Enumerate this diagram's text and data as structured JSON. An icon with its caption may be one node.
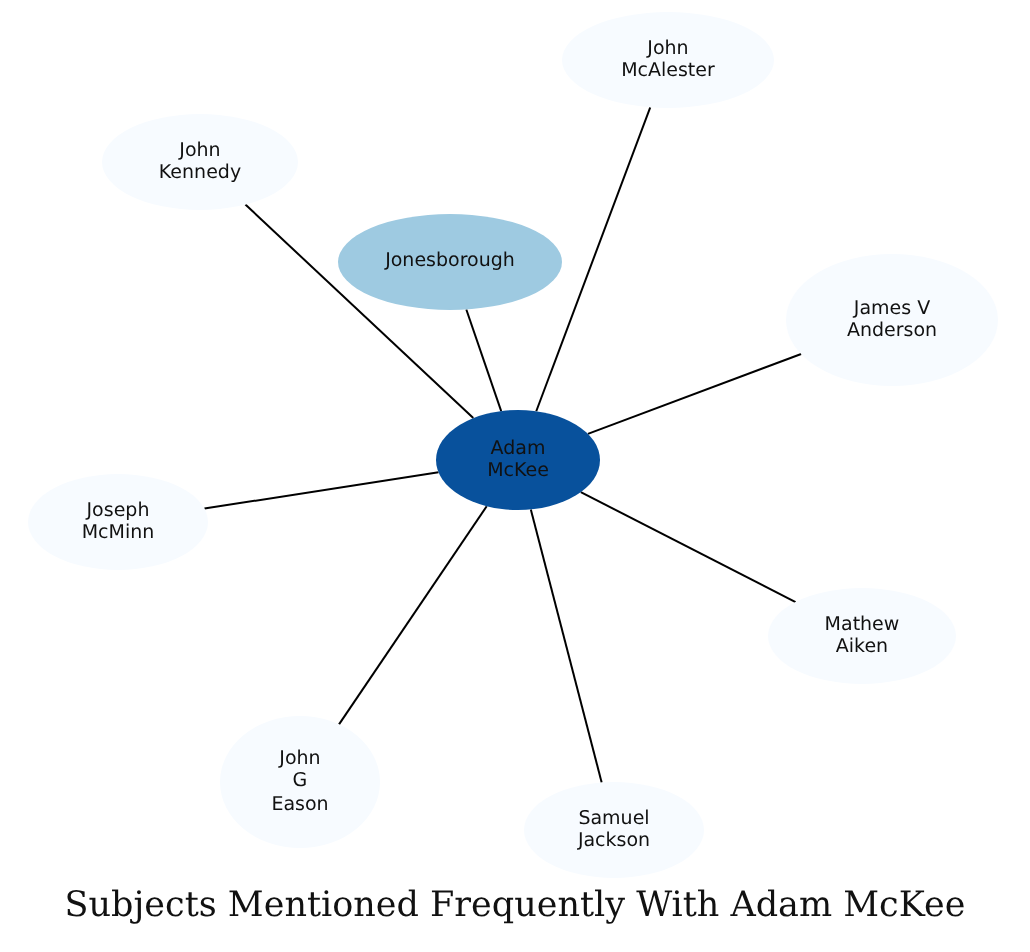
{
  "diagram": {
    "title": "Subjects Mentioned Frequently With Adam McKee",
    "nodes": [
      {
        "text": [
          "John McAlester"
        ]
      },
      {
        "text": [
          "John Kennedy"
        ]
      },
      {
        "text": [
          "Jonesborough"
        ]
      },
      {
        "text": [
          "James V Anderson"
        ]
      },
      {
        "text": [
          "Adam McKee"
        ]
      },
      {
        "text": [
          "Joseph McMinn"
        ]
      },
      {
        "text": [
          "Mathew Aiken"
        ]
      },
      {
        "text": [
          "John G Eason"
        ]
      },
      {
        "text": [
          "Samuel Jackson"
        ]
      }
    ],
    "edges": [
      {
        "from": 4,
        "to": 0,
        "arrow": "none"
      },
      {
        "from": 4,
        "to": 1,
        "arrow": "none"
      },
      {
        "from": 4,
        "to": 2,
        "arrow": "none"
      },
      {
        "from": 4,
        "to": 3,
        "arrow": "none"
      },
      {
        "from": 4,
        "to": 5,
        "arrow": "none"
      },
      {
        "from": 4,
        "to": 6,
        "arrow": "none"
      },
      {
        "from": 4,
        "to": 7,
        "arrow": "none"
      },
      {
        "from": 4,
        "to": 8,
        "arrow": "none"
      }
    ]
  }
}
